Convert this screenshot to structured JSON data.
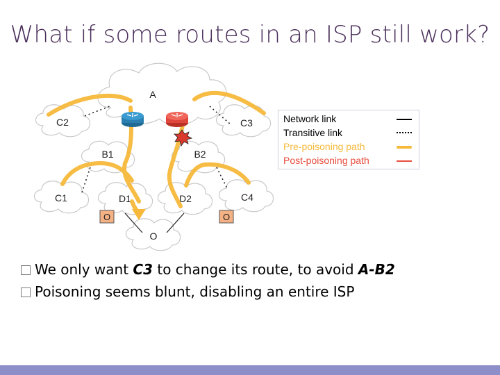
{
  "title": "What if some routes in an ISP still work?",
  "diagram": {
    "nodes": {
      "A": "A",
      "C2": "C2",
      "C3": "C3",
      "B1": "B1",
      "B2": "B2",
      "C1": "C1",
      "D1": "D1",
      "D2": "D2",
      "C4": "C4",
      "O_bottom": "O",
      "O_left": "O",
      "O_right": "O"
    },
    "colors": {
      "pre_poisoning": "#f6b93b",
      "post_poisoning": "#e74c3c",
      "router_blue": "#2a7fb0",
      "router_red": "#e0473c",
      "origin_box": "#f4b183"
    }
  },
  "legend": {
    "network_link": "Network link",
    "transitive_link": "Transitive link",
    "pre_poisoning": "Pre-poisoning path",
    "post_poisoning": "Post-poisoning path"
  },
  "bullets": [
    {
      "prefix": "We only want ",
      "emph1": "C3",
      "mid": " to change its route, to avoid ",
      "emph2": "A-B2",
      "suffix": ""
    },
    {
      "text": "Poisoning seems blunt, disabling an entire ISP"
    }
  ]
}
